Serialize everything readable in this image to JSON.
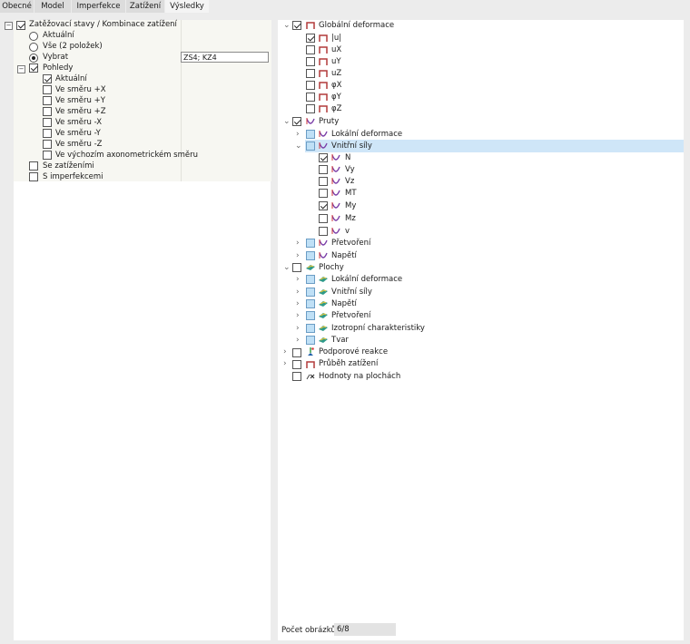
{
  "tabs": [
    "Obecné",
    "Model",
    "Imperfekce",
    "Zatížení",
    "Výsledky"
  ],
  "left": {
    "load_cases_label": "Zatěžovací stavy / Kombinace zatížení",
    "opt_current": "Aktuální",
    "opt_all": "Vše (2 položek)",
    "opt_select": "Vybrat",
    "select_value": "ZS4; KZ4",
    "views_label": "Pohledy",
    "views": [
      "Aktuální",
      "Ve směru +X",
      "Ve směru +Y",
      "Ve směru +Z",
      "Ve směru -X",
      "Ve směru -Y",
      "Ve směru -Z",
      "Ve výchozím axonometrickém směru"
    ],
    "with_loads": "Se zatíženími",
    "with_imperfections": "S imperfekcemi"
  },
  "right": {
    "global_def": "Globální deformace",
    "global_items": [
      "|u|",
      "uX",
      "uY",
      "uZ",
      "φX",
      "φY",
      "φZ"
    ],
    "members": "Pruty",
    "local_def": "Lokální deformace",
    "internal_forces": "Vnitřní síly",
    "forces": [
      "N",
      "Vy",
      "Vz",
      "MT",
      "My",
      "Mz",
      "v"
    ],
    "strain": "Přetvoření",
    "stress": "Napětí",
    "surfaces": "Plochy",
    "surf_items": [
      "Lokální deformace",
      "Vnitřní síly",
      "Napětí",
      "Přetvoření",
      "Izotropní charakteristiky",
      "Tvar"
    ],
    "support_reactions": "Podporové reakce",
    "load_distribution": "Průběh zatížení",
    "values_on_surfaces": "Hodnoty na plochách"
  },
  "footer": {
    "count_label": "Počet obrázků:",
    "count_value": "6/8"
  },
  "colors": {
    "selection": "#cfe6f8",
    "global_icon": "#b23a3a",
    "member_icon": "#7b3fa8",
    "surface_icon": "#2e9a8a"
  }
}
